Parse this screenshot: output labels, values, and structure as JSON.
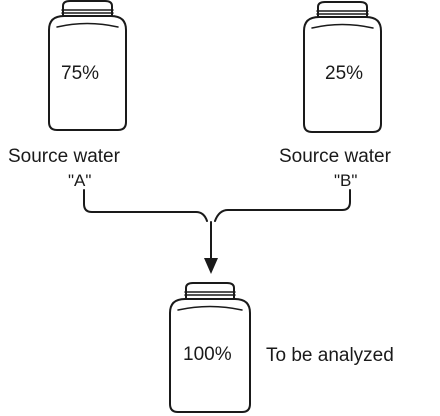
{
  "containers": [
    {
      "id": "A",
      "percent": "75%",
      "caption": "Source water",
      "sublabel": "\"A\""
    },
    {
      "id": "B",
      "percent": "25%",
      "caption": "Source water",
      "sublabel": "\"B\""
    },
    {
      "id": "mix",
      "percent": "100%",
      "caption": "To be analyzed"
    }
  ],
  "colors": {
    "stroke": "#1a1a1a",
    "background": "#ffffff"
  }
}
